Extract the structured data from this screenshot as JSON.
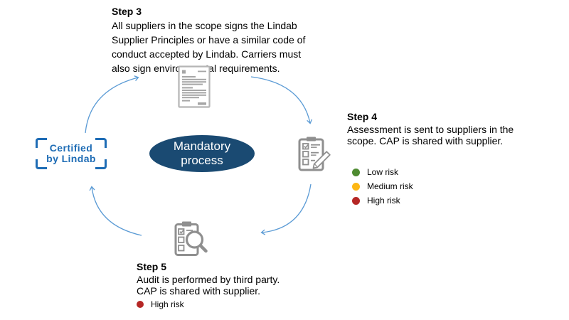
{
  "colors": {
    "accent_blue": "#5b9bd5",
    "logo_blue": "#1e6cb5",
    "ellipse_navy": "#1a4a72",
    "icon_gray": "#8f8f8f",
    "low_risk_green": "#4e8b31",
    "medium_risk_amber": "#fdb714",
    "high_risk_red": "#b52725"
  },
  "center_ellipse": {
    "line1": "Mandatory",
    "line2": "process"
  },
  "logo": {
    "line1": "Certified",
    "line2": "by Lindab"
  },
  "steps": {
    "step3": {
      "title": "Step 3",
      "lines": [
        "All suppliers in the scope signs the Lindab",
        "Supplier Principles or have a similar code of",
        "conduct accepted by Lindab. Carriers must",
        "also sign environmental requirements."
      ]
    },
    "step4": {
      "title": "Step 4",
      "lines": [
        "Assessment is sent to suppliers in the",
        "scope. CAP is shared with supplier."
      ],
      "legend": [
        {
          "label": "Low risk",
          "color": "#4e8b31"
        },
        {
          "label": "Medium risk",
          "color": "#fdb714"
        },
        {
          "label": "High risk",
          "color": "#b52725"
        }
      ]
    },
    "step5": {
      "title": "Step 5",
      "lines": [
        "Audit is performed by third party.",
        "CAP is shared with supplier."
      ],
      "legend": [
        {
          "label": "High risk",
          "color": "#b52725"
        }
      ]
    }
  },
  "icons": {
    "top": "supplier-principles-document-icon",
    "right": "assessment-checklist-icon",
    "bottom": "audit-magnifier-icon"
  }
}
